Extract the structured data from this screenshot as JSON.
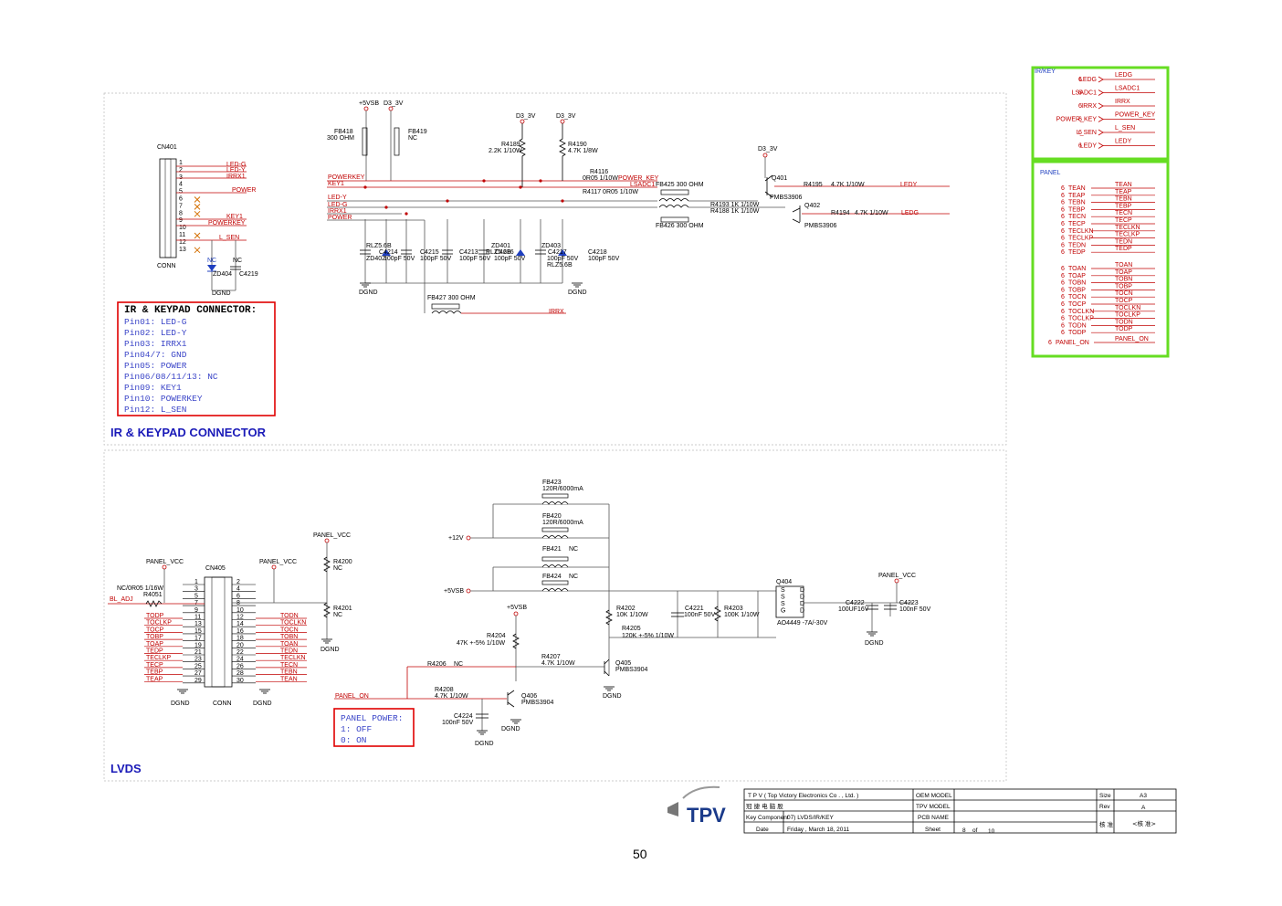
{
  "ir_section": {
    "title": "IR & KEYPAD CONNECTOR",
    "cn401": {
      "ref": "CN401",
      "type": "CONN",
      "pins": [
        "1",
        "2",
        "3",
        "4",
        "5",
        "6",
        "7",
        "8",
        "9",
        "10",
        "11",
        "12",
        "13"
      ]
    },
    "cn_nets": [
      "LED-G",
      "LED-Y",
      "IRRX1",
      "POWER",
      "KEY1",
      "POWERKEY",
      "L_SEN"
    ],
    "cn_parts": [
      "NC",
      "ZD404",
      "C4219",
      "DGND"
    ],
    "note": {
      "heading": "IR & KEYPAD CONNECTOR:",
      "lines": [
        "Pin01: LED-G",
        "Pin02: LED-Y",
        "Pin03: IRRX1",
        "Pin04/7: GND",
        "Pin05: POWER",
        "Pin06/08/11/13: NC",
        "Pin09: KEY1",
        "Pin10: POWERKEY",
        "Pin12: L_SEN"
      ]
    },
    "rails": [
      "+5VSB",
      "D3_3V",
      "D3_3V",
      "D3_3V",
      "D3_3V"
    ],
    "fb418": [
      "FB418",
      "300 OHM"
    ],
    "fb419": [
      "FB419",
      "NC"
    ],
    "left_nets": [
      "POWERKEY",
      "KEY1",
      "LED-Y",
      "LED-G",
      "IRRX1",
      "POWER"
    ],
    "r4189": [
      "R4189",
      "2.2K 1/10W"
    ],
    "r4190": [
      "R4190",
      "4.7K 1/8W"
    ],
    "r4116": [
      "R4116",
      "0R05 1/10W",
      "POWER_KEY"
    ],
    "r4117": [
      "R4117 0R05 1/10W",
      "LSADC1"
    ],
    "fb425": "FB425 300 OHM",
    "fb426": "FB426 300 OHM",
    "r4193": "R4193 1K 1/10W",
    "r4188": "R4188 1K 1/10W",
    "q401": [
      "Q401",
      "PMBS3906"
    ],
    "q402": [
      "Q402",
      "PMBS3906"
    ],
    "r4195": [
      "R4195",
      "4.7K 1/10W",
      "LEDY"
    ],
    "r4194": [
      "R4194",
      "4.7K 1/10W",
      "LEDG"
    ],
    "caps": [
      "RLZ5.6B",
      "C4214",
      "ZD402",
      "100pF 50V",
      "C4215",
      "100pF 50V",
      "C4213",
      "RLZ5.6B",
      "100pF 50V",
      "ZD401",
      "C4216",
      "100pF 50V",
      "ZD403",
      "C4217",
      "100pF 50V",
      "C4218",
      "100pF 50V",
      "RLZ5.6B",
      "DGND",
      "DGND"
    ],
    "fb427": [
      "FB427 300 OHM",
      "IRRX"
    ]
  },
  "ir_key_box": {
    "title": "IR/KEY",
    "ports": [
      {
        "pin": "6",
        "name": "LEDG",
        "net": "LEDG"
      },
      {
        "pin": "6",
        "name": "LSADC1",
        "net": "LSADC1"
      },
      {
        "pin": "6",
        "name": "IRRX",
        "net": "IRRX"
      },
      {
        "pin": "6",
        "name": "POWER_KEY",
        "net": "POWER_KEY"
      },
      {
        "pin": "6",
        "name": "L_SEN",
        "net": "L_SEN"
      },
      {
        "pin": "6",
        "name": "LEDY",
        "net": "LEDY"
      }
    ]
  },
  "panel_box": {
    "title": "PANEL",
    "group1": [
      {
        "pin": "6",
        "name": "TEAN",
        "net": "TEAN"
      },
      {
        "pin": "6",
        "name": "TEAP",
        "net": "TEAP"
      },
      {
        "pin": "6",
        "name": "TEBN",
        "net": "TEBN"
      },
      {
        "pin": "6",
        "name": "TEBP",
        "net": "TEBP"
      },
      {
        "pin": "6",
        "name": "TECN",
        "net": "TECN"
      },
      {
        "pin": "6",
        "name": "TECP",
        "net": "TECP"
      },
      {
        "pin": "6",
        "name": "TECLKN",
        "net": "TECLKN"
      },
      {
        "pin": "6",
        "name": "TECLKP",
        "net": "TECLKP"
      },
      {
        "pin": "6",
        "name": "TEDN",
        "net": "TEDN"
      },
      {
        "pin": "6",
        "name": "TEDP",
        "net": "TEDP"
      }
    ],
    "group2": [
      {
        "pin": "6",
        "name": "TOAN",
        "net": "TOAN"
      },
      {
        "pin": "6",
        "name": "TOAP",
        "net": "TOAP"
      },
      {
        "pin": "6",
        "name": "TOBN",
        "net": "TOBN"
      },
      {
        "pin": "6",
        "name": "TOBP",
        "net": "TOBP"
      },
      {
        "pin": "6",
        "name": "TOCN",
        "net": "TOCN"
      },
      {
        "pin": "6",
        "name": "TOCP",
        "net": "TOCP"
      },
      {
        "pin": "6",
        "name": "TOCLKN",
        "net": "TOCLKN"
      },
      {
        "pin": "6",
        "name": "TOCLKP",
        "net": "TOCLKP"
      },
      {
        "pin": "6",
        "name": "TODN",
        "net": "TODN"
      },
      {
        "pin": "6",
        "name": "TODP",
        "net": "TODP"
      }
    ],
    "panel_on": {
      "pin": "6",
      "name": "PANEL_ON",
      "net": "PANEL_ON"
    }
  },
  "lvds_section": {
    "title": "LVDS",
    "cn405": {
      "ref": "CN405",
      "type": "CONN"
    },
    "left_pins": [
      "1",
      "3",
      "5",
      "7",
      "9",
      "11",
      "13",
      "15",
      "17",
      "19",
      "21",
      "23",
      "25",
      "27",
      "29"
    ],
    "right_pins": [
      "2",
      "4",
      "6",
      "8",
      "10",
      "12",
      "14",
      "16",
      "18",
      "20",
      "22",
      "24",
      "26",
      "28",
      "30"
    ],
    "left_nets": [
      "TODP",
      "TOCLKP",
      "TOCP",
      "TOBP",
      "TOAP",
      "TEDP",
      "TECLKP",
      "TECP",
      "TEBP",
      "TEAP"
    ],
    "right_nets": [
      "TODN",
      "TOCLKN",
      "TOCN",
      "TOBN",
      "TOAN",
      "TEDN",
      "TECLKN",
      "TECN",
      "TEBN",
      "TEAN"
    ],
    "panel_vcc": "PANEL_VCC",
    "r4051": [
      "NC/0R05 1/16W",
      "R4051",
      "BL_ADJ"
    ],
    "gnd": "DGND",
    "r4200": [
      "R4200",
      "NC"
    ],
    "r4201": [
      "R4201",
      "NC"
    ],
    "fb423": [
      "FB423",
      "120R/6000mA"
    ],
    "fb420": [
      "FB420",
      "120R/6000mA"
    ],
    "fb421": [
      "FB421",
      "NC"
    ],
    "fb424": [
      "FB424",
      "NC"
    ],
    "v12": "+12V",
    "v5": "+5VSB",
    "r4202": [
      "R4202",
      "10K 1/10W"
    ],
    "c4221": [
      "C4221",
      "100nF 50V"
    ],
    "r4203": [
      "R4203",
      "100K 1/10W"
    ],
    "r4205": [
      "R4205",
      "120K +-5% 1/10W"
    ],
    "q404": [
      "Q404",
      "AO4449 -7A/-30V"
    ],
    "q404_pins": [
      "S",
      "S",
      "S",
      "G",
      "D",
      "D",
      "D",
      "D"
    ],
    "c4222": [
      "C4222",
      "100UF16V"
    ],
    "c4223": [
      "C4223",
      "100nF 50V"
    ],
    "r4204": [
      "R4204",
      "47K +-5% 1/10W"
    ],
    "r4207": [
      "R4207",
      "4.7K 1/10W"
    ],
    "q405": [
      "Q405",
      "PMBS3904"
    ],
    "r4206": [
      "R4206",
      "NC"
    ],
    "r4208": [
      "R4208",
      "4.7K 1/10W"
    ],
    "q406": [
      "Q406",
      "PMBS3904"
    ],
    "c4224": [
      "C4224",
      "100nF 50V"
    ],
    "panel_on": "PANEL_ON",
    "note": {
      "lines": [
        "PANEL POWER:",
        "1: OFF",
        "0: ON"
      ]
    }
  },
  "title_block": {
    "company": "T P V  ( Top   Victory   Electronics   Co . ,   Ltd. )",
    "row2_left": "冠 捷 电 脑 股",
    "key_component_label": "Key Component",
    "key_component": "07) LVDS/IR/KEY",
    "date_label": "Date",
    "date": "Friday , March 18, 2011",
    "oem_model": "OEM MODEL",
    "tpv_model": "TPV MODEL",
    "pcb_name": "PCB NAME",
    "sheet": "Sheet",
    "sheet_num": "8",
    "of": "of",
    "sheet_total": "10",
    "size_label": "Size",
    "size": "A3",
    "rev_label": "Rev",
    "rev": "A",
    "sign_label": "核 准",
    "sign": "<核 准>",
    "logo": "TPV"
  },
  "page_number": "50"
}
